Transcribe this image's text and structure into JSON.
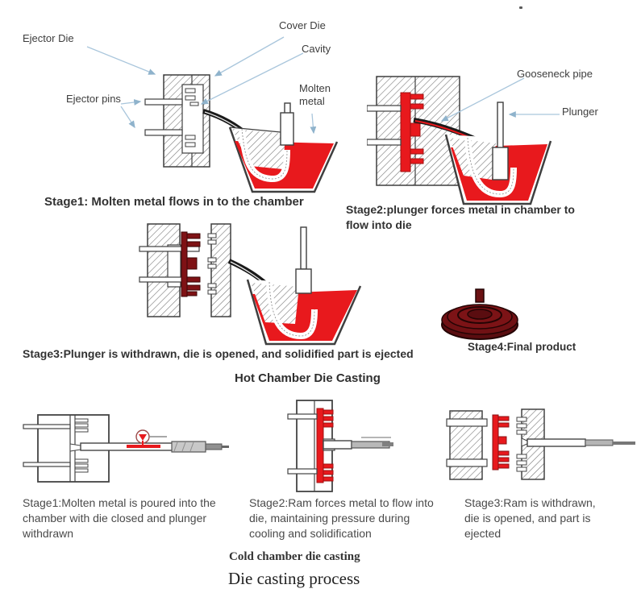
{
  "figure": {
    "title": "Die casting process"
  },
  "hot_chamber": {
    "section_title": "Hot Chamber Die Casting",
    "labels": {
      "ejector_die": "Ejector Die",
      "cover_die": "Cover Die",
      "cavity": "Cavity",
      "ejector_pins": "Ejector pins",
      "molten_metal": "Molten metal",
      "gooseneck_pipe": "Gooseneck pipe",
      "plunger": "Plunger"
    },
    "stage1_caption": "Stage1: Molten metal flows in to the chamber",
    "stage2_caption": "Stage2:plunger forces metal in chamber to flow into die",
    "stage3_caption": "Stage3:Plunger is withdrawn, die is opened, and solidified part is ejected",
    "stage4_caption": "Stage4:Final product"
  },
  "cold_chamber": {
    "section_title": "Cold chamber die casting",
    "stage1_caption": "Stage1:Molten metal is poured into the chamber with die closed and plunger withdrawn",
    "stage2_caption": "Stage2:Ram forces metal to flow into die, maintaining pressure during cooling and solidification",
    "stage3_caption": "Stage3:Ram is withdrawn, die is opened, and part is ejected"
  },
  "colors": {
    "molten_red": "#e8191d",
    "solidified_maroon": "#7f1215",
    "label_arrow_blue": "#a9c6dc",
    "line_art": "#3f3f3f"
  }
}
